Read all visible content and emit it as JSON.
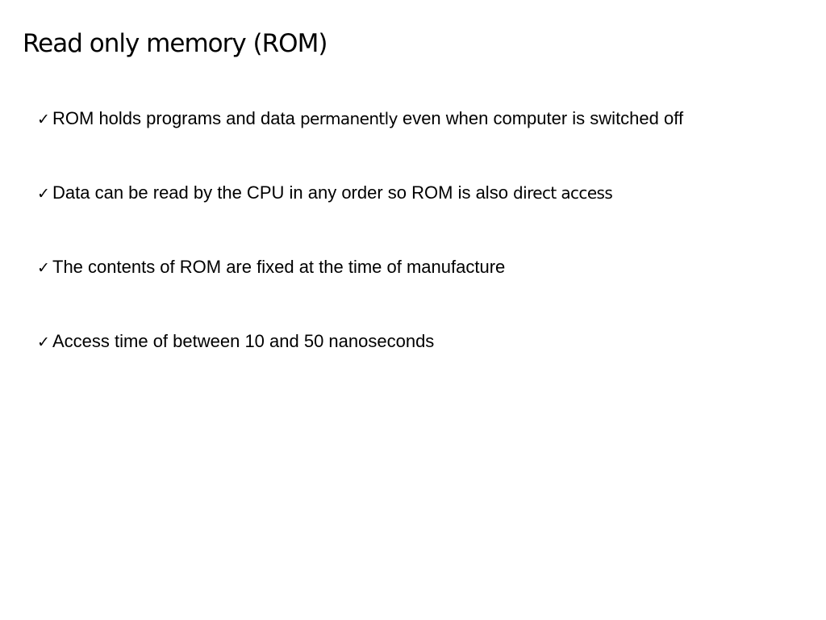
{
  "slide": {
    "title": "Read only memory (ROM)",
    "bullet_icon": "checkmark-icon",
    "bullets": [
      {
        "before": "ROM holds programs and data ",
        "emphasis": "permanently",
        "after": " even when computer is switched off"
      },
      {
        "before": "Data can be read by the CPU in any order so ROM is also ",
        "emphasis": "direct access",
        "after": ""
      },
      {
        "before": "The contents of ROM are fixed at the time of manufacture",
        "emphasis": "",
        "after": ""
      },
      {
        "before": "Access time of between 10 and 50 nanoseconds",
        "emphasis": "",
        "after": ""
      }
    ]
  }
}
